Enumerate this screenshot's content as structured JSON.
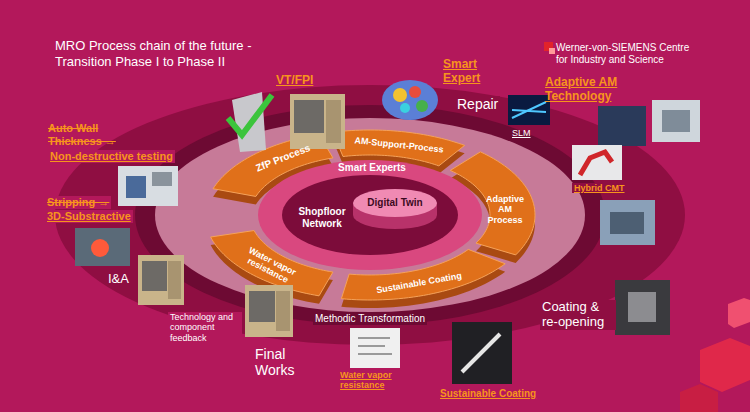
{
  "diagram": {
    "title": "MRO Process chain of the future - Transition Phase I to Phase II",
    "nodes": [
      {
        "text": [
          "Digital Twin"
        ]
      },
      {
        "text": [
          "Smart Experts"
        ]
      },
      {
        "text": [
          "Shopfloor Network"
        ]
      },
      {
        "text": [
          "ZfP Process"
        ]
      },
      {
        "text": [
          "AM-Support-Process"
        ]
      },
      {
        "text": [
          "Adaptive AM Process"
        ]
      },
      {
        "text": [
          "Water vapor resistance"
        ]
      },
      {
        "text": [
          "Sustainable Coating"
        ]
      }
    ],
    "labels": [
      "Werner-von-SIEMENS Centre for Industry and Science",
      "VT/FPI",
      "Smart Expert",
      "Adaptive AM Technology",
      "SLM",
      "Hybrid CMT",
      "Repair",
      "Auto Wall Thickness →",
      "Non-destructive testing",
      "Stripping →",
      "3D-Substractive",
      "I&A",
      "Technology and component feedback",
      "Final Works",
      "Coating & re-opening",
      "Methodic Transformation",
      "Water vapor resistance",
      "Sustainable Coating"
    ]
  }
}
